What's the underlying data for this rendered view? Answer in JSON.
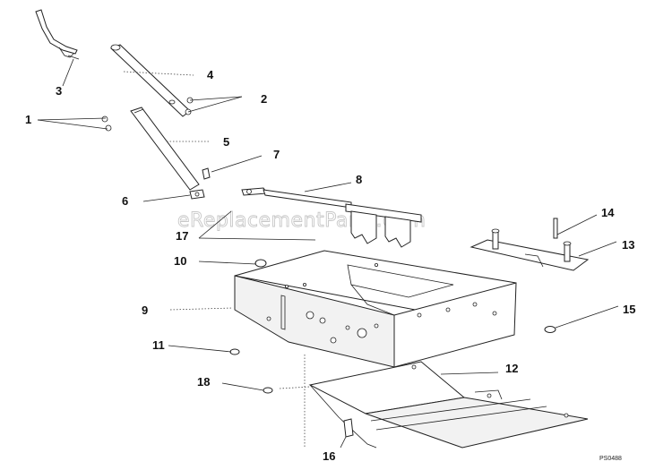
{
  "watermark": "eReplacementParts.com",
  "drawing_code": "PS0488",
  "callouts": [
    {
      "id": "c1",
      "label": "1"
    },
    {
      "id": "c2",
      "label": "2"
    },
    {
      "id": "c3",
      "label": "3"
    },
    {
      "id": "c4",
      "label": "4"
    },
    {
      "id": "c5",
      "label": "5"
    },
    {
      "id": "c6",
      "label": "6"
    },
    {
      "id": "c7",
      "label": "7"
    },
    {
      "id": "c8",
      "label": "8"
    },
    {
      "id": "c9",
      "label": "9"
    },
    {
      "id": "c10",
      "label": "10"
    },
    {
      "id": "c11",
      "label": "11"
    },
    {
      "id": "c12",
      "label": "12"
    },
    {
      "id": "c13",
      "label": "13"
    },
    {
      "id": "c14",
      "label": "14"
    },
    {
      "id": "c15",
      "label": "15"
    },
    {
      "id": "c16",
      "label": "16"
    },
    {
      "id": "c17",
      "label": "17"
    },
    {
      "id": "c18",
      "label": "18"
    }
  ]
}
